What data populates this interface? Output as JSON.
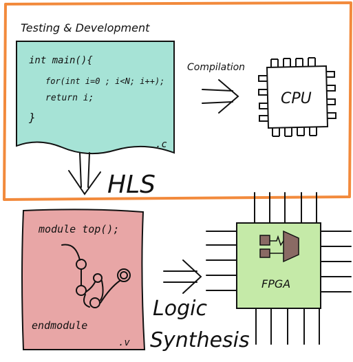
{
  "colors": {
    "frame": "#f28a3c",
    "c_file": "#a6e3d6",
    "v_file": "#e8a6a6",
    "fpga": "#c5eaa8",
    "ink": "#111111",
    "fpga_block": "#8a6a64"
  },
  "frame": {
    "title": "Testing & Development"
  },
  "c_file": {
    "code_lines": [
      "int main(){",
      "for(int i=0 ; i<N; i++);",
      "return i;",
      "}"
    ],
    "extension": ".c"
  },
  "compile": {
    "label": "Compilation"
  },
  "cpu": {
    "label": "CPU"
  },
  "hls": {
    "label": "HLS"
  },
  "v_file": {
    "first_line": "module top();",
    "last_line": "endmodule",
    "extension": ".v"
  },
  "synthesis": {
    "line1": "Logic",
    "line2": "Synthesis"
  },
  "fpga": {
    "label": "FPGA"
  }
}
